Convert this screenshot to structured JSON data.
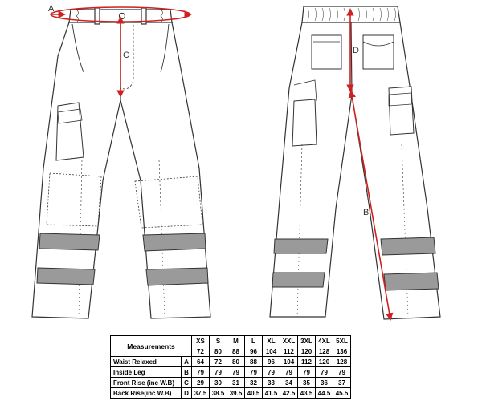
{
  "diagram": {
    "dimension_labels": {
      "a": "A",
      "b": "B",
      "c": "C",
      "d": "D"
    },
    "colors": {
      "measurement_arrow": "#cc2222",
      "outline": "#333333",
      "reflective_band": "#9a9a9a"
    }
  },
  "table": {
    "header_title": "Measurements",
    "sizes": [
      "XS",
      "S",
      "M",
      "L",
      "XL",
      "XXL",
      "3XL",
      "4XL",
      "5XL"
    ],
    "waist_cm": [
      "72",
      "80",
      "88",
      "96",
      "104",
      "112",
      "120",
      "128",
      "136"
    ],
    "rows": [
      {
        "label": "Waist Relaxed",
        "key": "A",
        "values": [
          "64",
          "72",
          "80",
          "88",
          "96",
          "104",
          "112",
          "120",
          "128"
        ]
      },
      {
        "label": "Inside Leg",
        "key": "B",
        "values": [
          "79",
          "79",
          "79",
          "79",
          "79",
          "79",
          "79",
          "79",
          "79"
        ]
      },
      {
        "label": "Front Rise (inc W.B)",
        "key": "C",
        "values": [
          "29",
          "30",
          "31",
          "32",
          "33",
          "34",
          "35",
          "36",
          "37"
        ]
      },
      {
        "label": "Back Rise(inc W.B)",
        "key": "D",
        "values": [
          "37.5",
          "38.5",
          "39.5",
          "40.5",
          "41.5",
          "42.5",
          "43.5",
          "44.5",
          "45.5"
        ]
      }
    ]
  }
}
